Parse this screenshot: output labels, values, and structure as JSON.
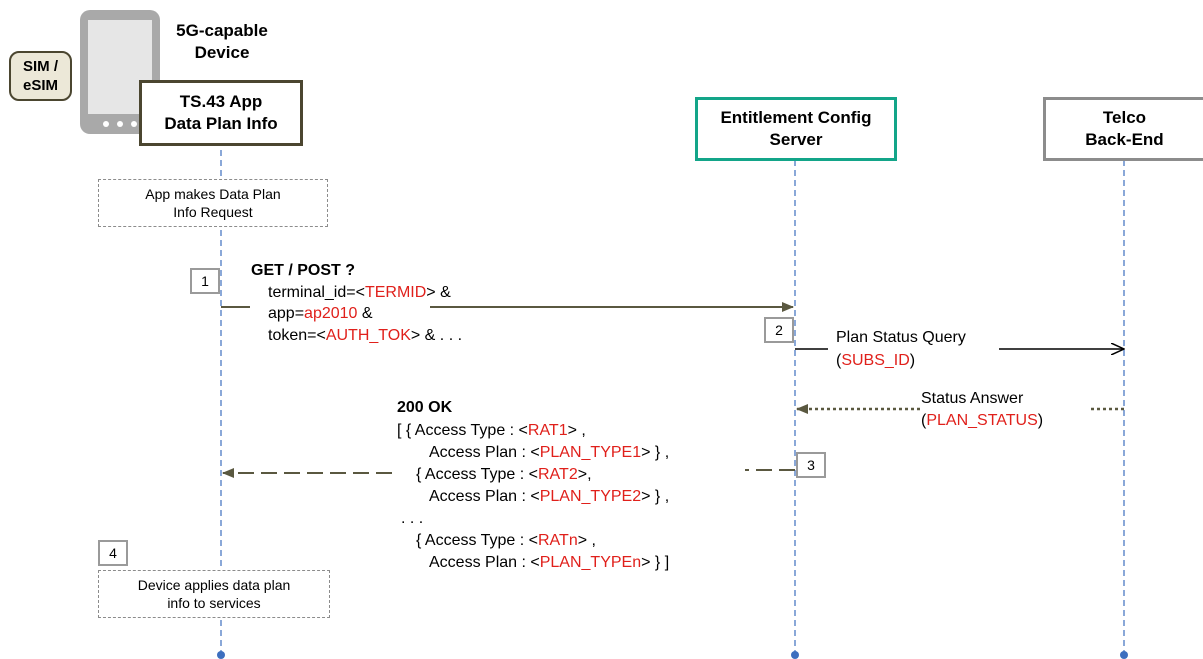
{
  "device": {
    "title_line1": "5G-capable",
    "title_line2": "Device",
    "sim_line1": "SIM /",
    "sim_line2": "eSIM",
    "app_line1": "TS.43 App",
    "app_line2": "Data Plan Info"
  },
  "participants": {
    "ecs_line1": "Entitlement Config",
    "ecs_line2": "Server",
    "telco_line1": "Telco",
    "telco_line2": "Back-End"
  },
  "notes": {
    "request_line1": "App makes Data Plan",
    "request_line2": "Info Request",
    "apply_line1": "Device applies data plan",
    "apply_line2": "info to services"
  },
  "steps": {
    "s1": "1",
    "s2": "2",
    "s3": "3",
    "s4": "4"
  },
  "request": {
    "method": "GET / POST ?",
    "l1_pre": "terminal_id=<",
    "l1_red": "TERMID",
    "l1_post": "> &",
    "l2_pre": "app=",
    "l2_red": "ap2010",
    "l2_post": " &",
    "l3_pre": "token=<",
    "l3_red": "AUTH_TOK",
    "l3_post": "> & . . ."
  },
  "query": {
    "label": "Plan Status Query",
    "param_pre": "(",
    "param_red": "SUBS_ID",
    "param_post": ")"
  },
  "answer": {
    "label": "Status Answer",
    "param_pre": "(",
    "param_red": "PLAN_STATUS",
    "param_post": ")"
  },
  "response": {
    "status": "200 OK",
    "r1_pre": "[  { Access Type : <",
    "r1_red": "RAT1",
    "r1_post": "> ,",
    "r2_pre": "Access Plan : <",
    "r2_red": "PLAN_TYPE1",
    "r2_post": "> } ,",
    "r3_pre": "{ Access Type : <",
    "r3_red": "RAT2",
    "r3_post": ">,",
    "r4_pre": "Access Plan : <",
    "r4_red": "PLAN_TYPE2",
    "r4_post": "> } ,",
    "r5": ". . .",
    "r6_pre": "{ Access Type : <",
    "r6_red": "RATn",
    "r6_post": "> ,",
    "r7_pre": "Access Plan : <",
    "r7_red": "PLAN_TYPEn",
    "r7_post": "> } ]"
  },
  "colors": {
    "device_border": "#4b4630",
    "ecs_border": "#13a589",
    "telco_border": "#8c8c8c",
    "lifeline": "#3d6fbf",
    "arrow_dark": "#5a5840",
    "red_text": "#e0201b"
  }
}
